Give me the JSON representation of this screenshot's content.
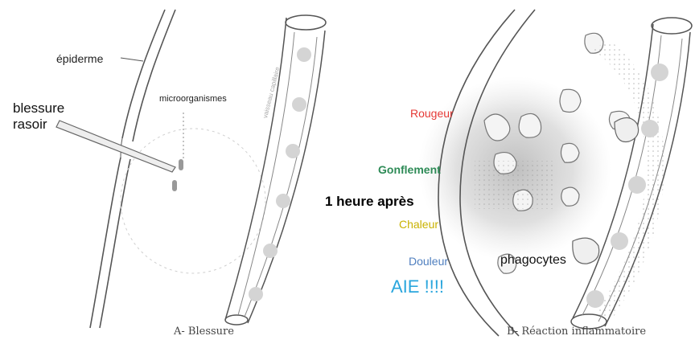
{
  "panel_a": {
    "caption": "A- Blessure",
    "label_epiderme": "épiderme",
    "label_microorganismes": "microorganismes",
    "label_blessure": "blessure",
    "label_rasoir": "rasoir",
    "label_vessel": "vaisseau capillaire"
  },
  "panel_b": {
    "caption": "B- Réaction inflammatoire",
    "signs": {
      "rougeur": "Rougeur",
      "gonflement": "Gonflement",
      "chaleur": "Chaleur",
      "douleur": "Douleur"
    },
    "time_label": "1 heure après",
    "phagocytes": "phagocytes",
    "aie": "AIE !!!!"
  },
  "colors": {
    "rougeur": "#e53935",
    "gonflement": "#2e8b57",
    "chaleur": "#c9b200",
    "douleur": "#4f7fbf",
    "aie": "#2aa6dd",
    "line": "#555555"
  }
}
